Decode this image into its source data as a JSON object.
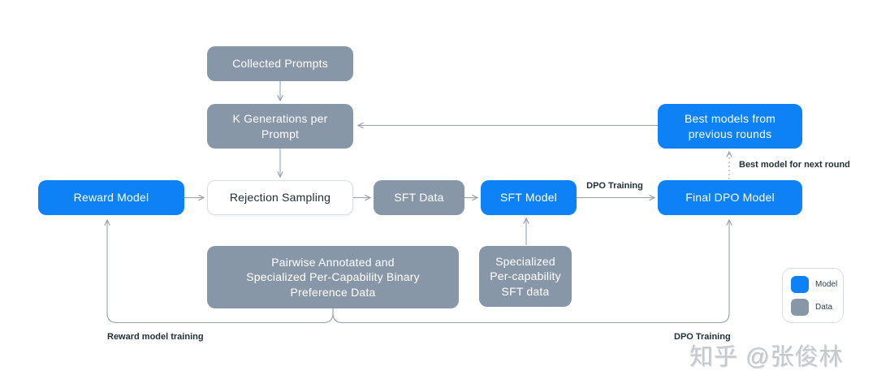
{
  "colors": {
    "model_box": "#0d82f6",
    "data_box": "#8897a8",
    "connector_line": "#97a1ab",
    "edge_label_text": "#22313a",
    "watermark_text": "#c5c9cd"
  },
  "nodes": {
    "collected_prompts": {
      "label": "Collected Prompts",
      "type": "data"
    },
    "k_generations": {
      "label": "K Generations per Prompt",
      "type": "data"
    },
    "reward_model": {
      "label": "Reward Model",
      "type": "model"
    },
    "rejection_sampling": {
      "label": "Rejection Sampling",
      "type": "process"
    },
    "sft_data": {
      "label": "SFT Data",
      "type": "data"
    },
    "sft_model": {
      "label": "SFT Model",
      "type": "model"
    },
    "final_dpo_model": {
      "label": "Final DPO Model",
      "type": "model"
    },
    "best_models": {
      "label": "Best models from previous rounds",
      "type": "model"
    },
    "pairwise_data": {
      "type": "data",
      "lines": [
        "Pairwise Annotated and",
        "Specialized Per-Capability Binary",
        "Preference Data"
      ]
    },
    "specialized_sft_data": {
      "label": "Specialized Per-capability SFT data",
      "type": "data"
    }
  },
  "edge_labels": {
    "dpo_training_top": "DPO Training",
    "best_model_next_round": "Best model for next round",
    "reward_model_training": "Reward model training",
    "dpo_training_bottom": "DPO Training"
  },
  "legend": {
    "items": [
      {
        "label": "Model",
        "color": "#0d82f6"
      },
      {
        "label": "Data",
        "color": "#8897a8"
      }
    ]
  },
  "watermark": "知乎 @张俊林"
}
